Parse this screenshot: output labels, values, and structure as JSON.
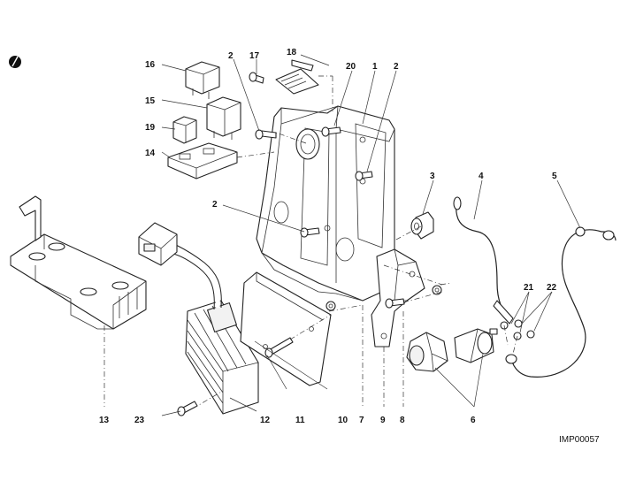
{
  "diagram_code": "IMP00057",
  "callouts": [
    "1",
    "2",
    "2",
    "2",
    "3",
    "4",
    "5",
    "6",
    "7",
    "8",
    "9",
    "10",
    "11",
    "12",
    "13",
    "14",
    "15",
    "16",
    "17",
    "18",
    "19",
    "20",
    "21",
    "22",
    "23"
  ]
}
